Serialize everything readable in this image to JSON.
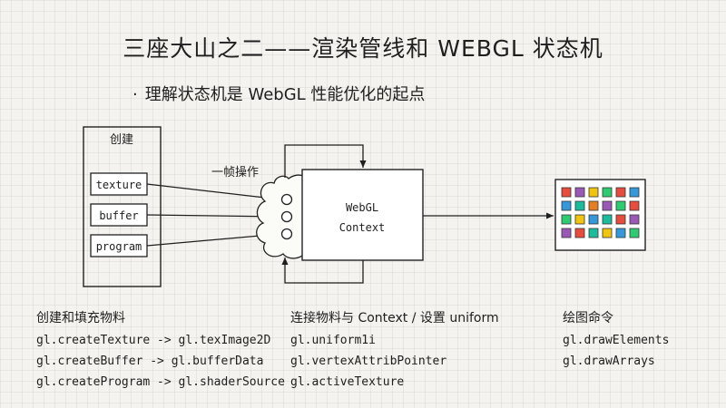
{
  "title": "三座大山之二——渲染管线和 WEBGL 状态机",
  "subtitle": "理解状态机是 WebGL 性能优化的起点",
  "subtitle_bullet": "·",
  "diagram": {
    "create_label": "创建",
    "items": [
      "texture",
      "buffer",
      "program"
    ],
    "frame_label": "一帧操作",
    "context_line1": "WebGL",
    "context_line2": "Context",
    "grid_colors": [
      [
        "#e74c3c",
        "#9b59b6",
        "#f1c40f",
        "#2ecc71",
        "#e74c3c",
        "#3498db"
      ],
      [
        "#3498db",
        "#1abc9c",
        "#e67e22",
        "#9b59b6",
        "#2ecc71",
        "#e74c3c"
      ],
      [
        "#2ecc71",
        "#f1c40f",
        "#3498db",
        "#1abc9c",
        "#e74c3c",
        "#9b59b6"
      ],
      [
        "#9b59b6",
        "#e74c3c",
        "#1abc9c",
        "#f1c40f",
        "#3498db",
        "#2ecc71"
      ]
    ]
  },
  "columns": {
    "create": {
      "heading": "创建和填充物料",
      "lines": [
        "gl.createTexture -> gl.texImage2D",
        "gl.createBuffer -> gl.bufferData",
        "gl.createProgram -> gl.shaderSource"
      ]
    },
    "connect": {
      "heading": "连接物料与 Context / 设置 uniform",
      "lines": [
        "gl.uniform1i",
        "gl.vertexAttribPointer",
        "gl.activeTexture"
      ]
    },
    "draw": {
      "heading": "绘图命令",
      "lines": [
        "gl.drawElements",
        "gl.drawArrays"
      ]
    }
  }
}
